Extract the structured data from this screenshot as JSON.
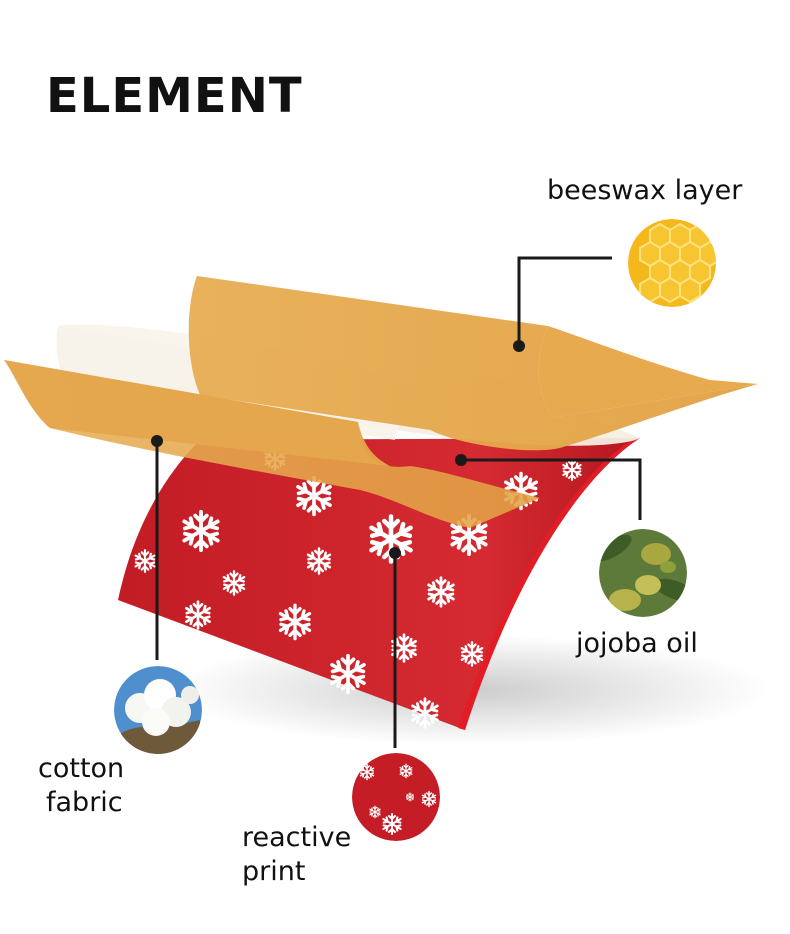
{
  "title": "ELEMENT",
  "labels": {
    "beeswax": "beeswax layer",
    "jojoba": "jojoba oil",
    "cotton_line1": "cotton",
    "cotton_line2": "fabric",
    "print_line1": "reactive",
    "print_line2": "print"
  },
  "colors": {
    "beeswax": "#e3a64a",
    "fabric_red": "#c8202a",
    "oil_layer": "#f3ede2",
    "text": "#111111"
  },
  "icons": [
    "honeycomb-icon",
    "jojoba-icon",
    "cotton-icon",
    "snowflake-print-icon"
  ]
}
